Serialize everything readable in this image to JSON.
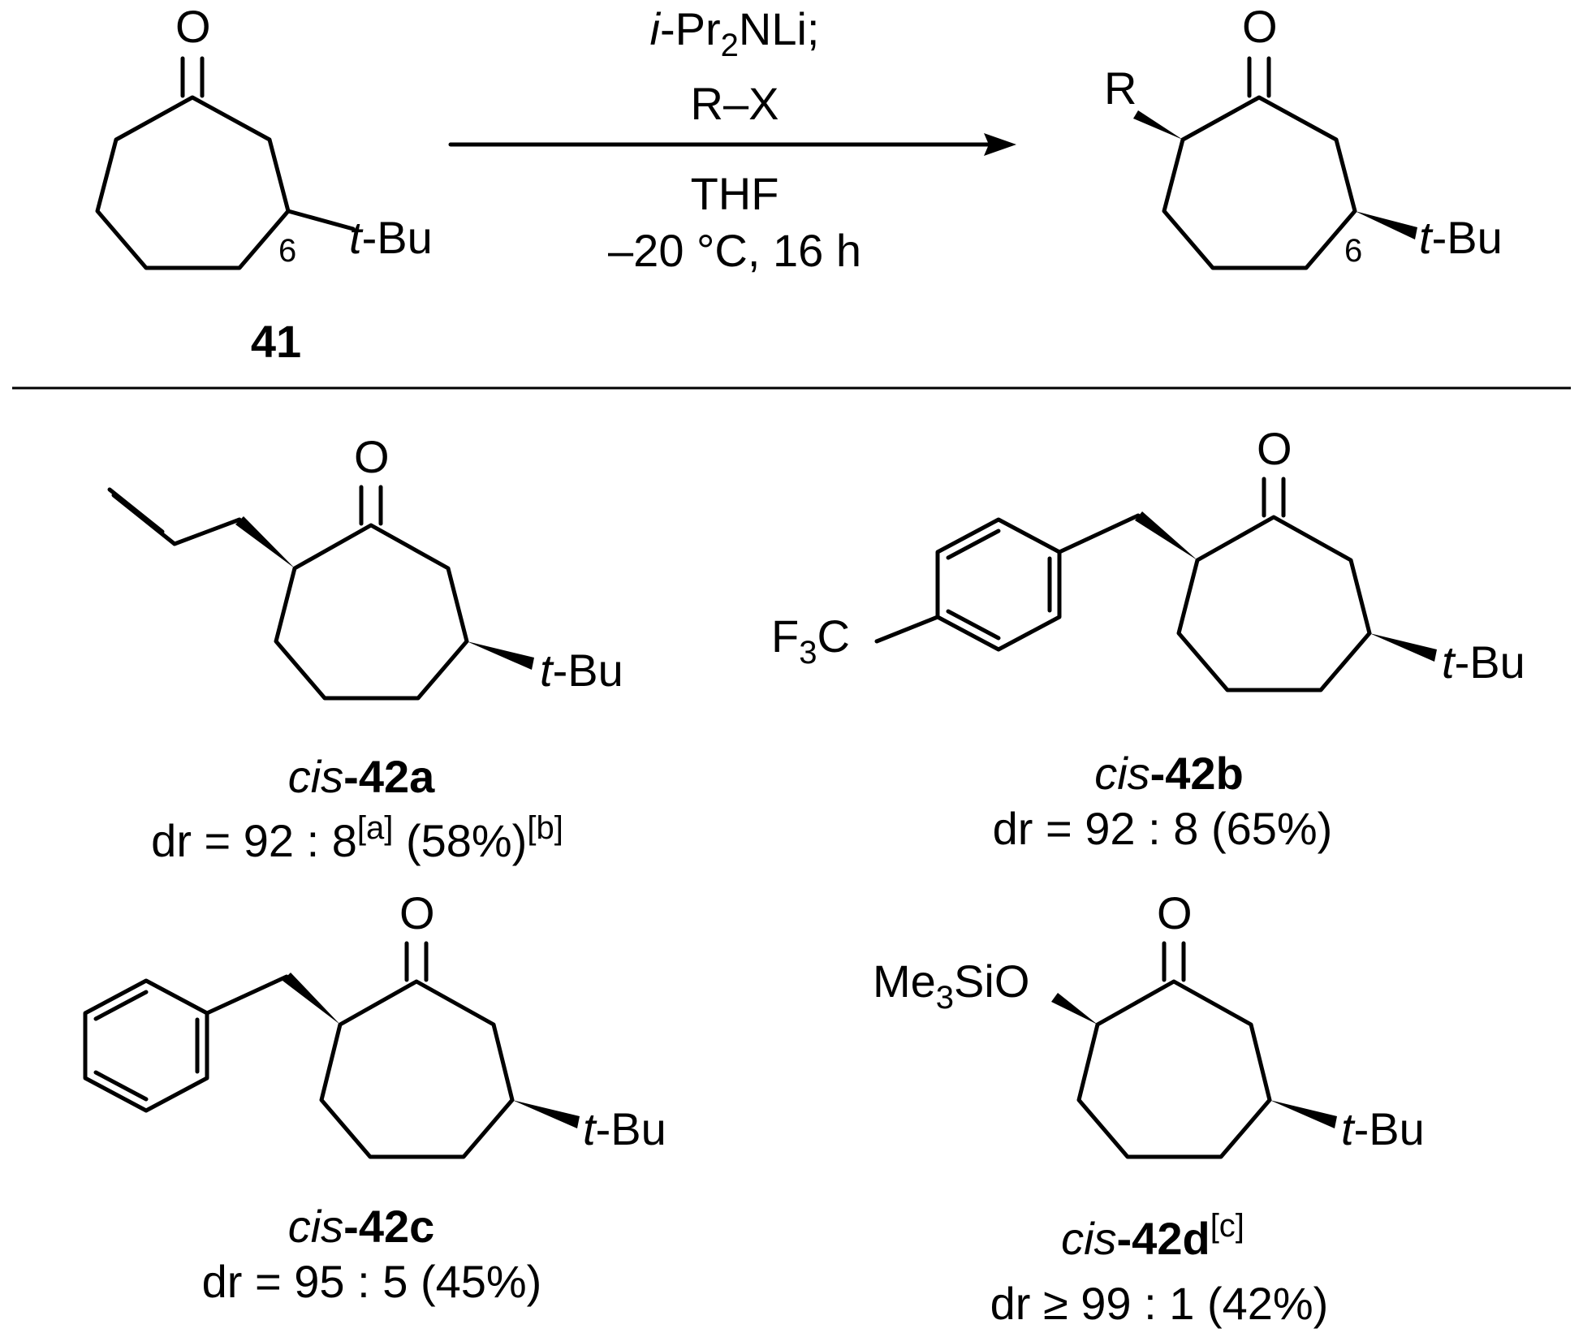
{
  "reaction": {
    "reagent_line1_prefix": "i",
    "reagent_line1_mid": "-Pr",
    "reagent_line1_sub": "2",
    "reagent_line1_suffix": "NLi;",
    "reagent_line2": "R–X",
    "solvent": "THF",
    "conditions": "–20 °C, 16 h"
  },
  "atoms": {
    "oxygen": "O",
    "r_group": "R",
    "tbu_prefix": "t",
    "tbu_suffix": "-Bu",
    "position_label": "6",
    "f3c_f": "F",
    "f3c_sub": "3",
    "f3c_c": "C",
    "tms_me": "Me",
    "tms_sub": "3",
    "tms_sio": "SiO"
  },
  "starting_material": {
    "label": "41"
  },
  "products": [
    {
      "prefix": "cis",
      "compound": "-42a",
      "dr_text": "dr = 92 : 8",
      "dr_note": "[a]",
      "yield": " (58%)",
      "yield_note": "[b]"
    },
    {
      "prefix": "cis",
      "compound": "-42b",
      "dr_text": "dr = 92 : 8 (65%)"
    },
    {
      "prefix": "cis",
      "compound": "-42c",
      "dr_text": "dr = 95 : 5 (45%)"
    },
    {
      "prefix": "cis",
      "compound": "-42d",
      "compound_note": "[c]",
      "dr_text": "dr ≥ 99 : 1 (42%)"
    }
  ]
}
